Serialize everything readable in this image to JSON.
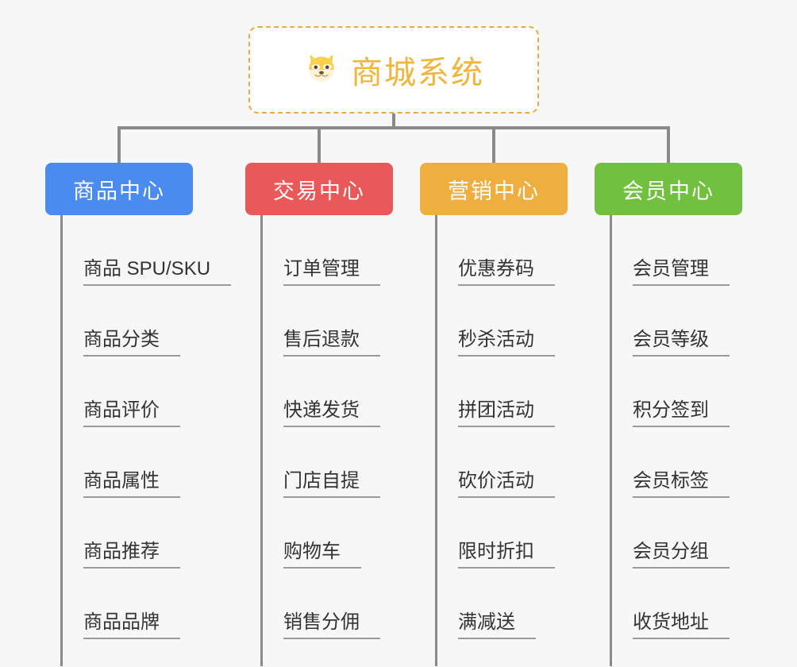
{
  "root": {
    "title": "商城系统",
    "icon": "shiba-dog-icon",
    "emoji": "🐕",
    "border_color": "#e8ab4a",
    "title_color": "#eeb63f"
  },
  "connector_color": "#8a8a8a",
  "background_color": "#f7f7f7",
  "columns": [
    {
      "header": "商品中心",
      "color": "#4a8bf0",
      "items": [
        "商品 SPU/SKU",
        "商品分类",
        "商品评价",
        "商品属性",
        "商品推荐",
        "商品品牌"
      ]
    },
    {
      "header": "交易中心",
      "color": "#e9595a",
      "items": [
        "订单管理",
        "售后退款",
        "快递发货",
        "门店自提",
        "购物车",
        "销售分佣"
      ]
    },
    {
      "header": "营销中心",
      "color": "#eeaf40",
      "items": [
        "优惠券码",
        "秒杀活动",
        "拼团活动",
        "砍价活动",
        "限时折扣",
        "满减送"
      ]
    },
    {
      "header": "会员中心",
      "color": "#72c03f",
      "items": [
        "会员管理",
        "会员等级",
        "积分签到",
        "会员标签",
        "会员分组",
        "收货地址"
      ]
    }
  ]
}
